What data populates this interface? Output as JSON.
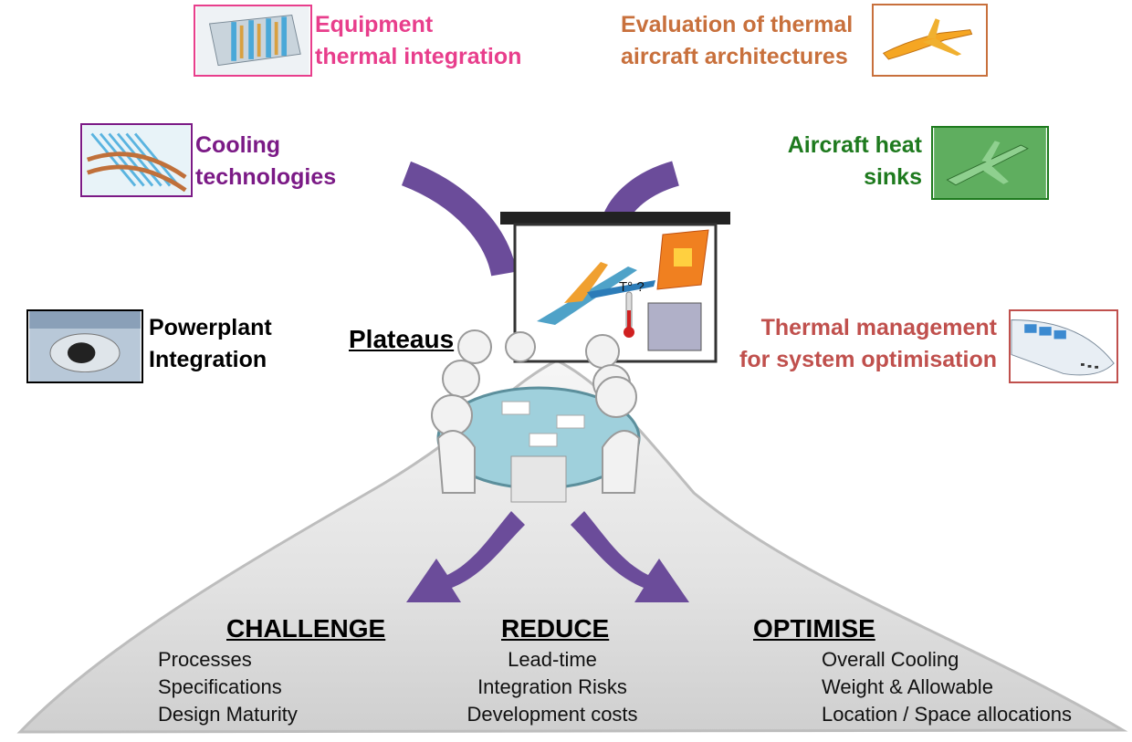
{
  "topics": {
    "equipment": {
      "line1": "Equipment",
      "line2": "thermal integration",
      "color": "#e83e8c"
    },
    "evaluation": {
      "line1": "Evaluation of thermal",
      "line2": "aircraft architectures",
      "color": "#c8703c"
    },
    "cooling": {
      "line1": "Cooling",
      "line2": "technologies",
      "color": "#7b1a86"
    },
    "heat_sinks": {
      "line1": "Aircraft heat",
      "line2": "sinks",
      "color": "#1e7a1e"
    },
    "powerplant": {
      "line1": "Powerplant",
      "line2": "Integration",
      "color": "#000000"
    },
    "thermal_mgmt": {
      "line1": "Thermal management",
      "line2": "for system  optimisation",
      "color": "#c0504d"
    }
  },
  "center": {
    "label": "Plateaus",
    "screen_text": "T° ?"
  },
  "columns": [
    {
      "title": "CHALLENGE",
      "items": [
        "Processes",
        "Specifications",
        "Design Maturity"
      ]
    },
    {
      "title": "REDUCE",
      "items": [
        "Lead-time",
        "Integration Risks",
        "Development costs"
      ]
    },
    {
      "title": "OPTIMISE",
      "items": [
        "Overall Cooling",
        "Weight & Allowable",
        "Location / Space allocations"
      ]
    }
  ],
  "colors": {
    "arrow": "#6b4c9a",
    "mountain": "#d9d9d9"
  }
}
